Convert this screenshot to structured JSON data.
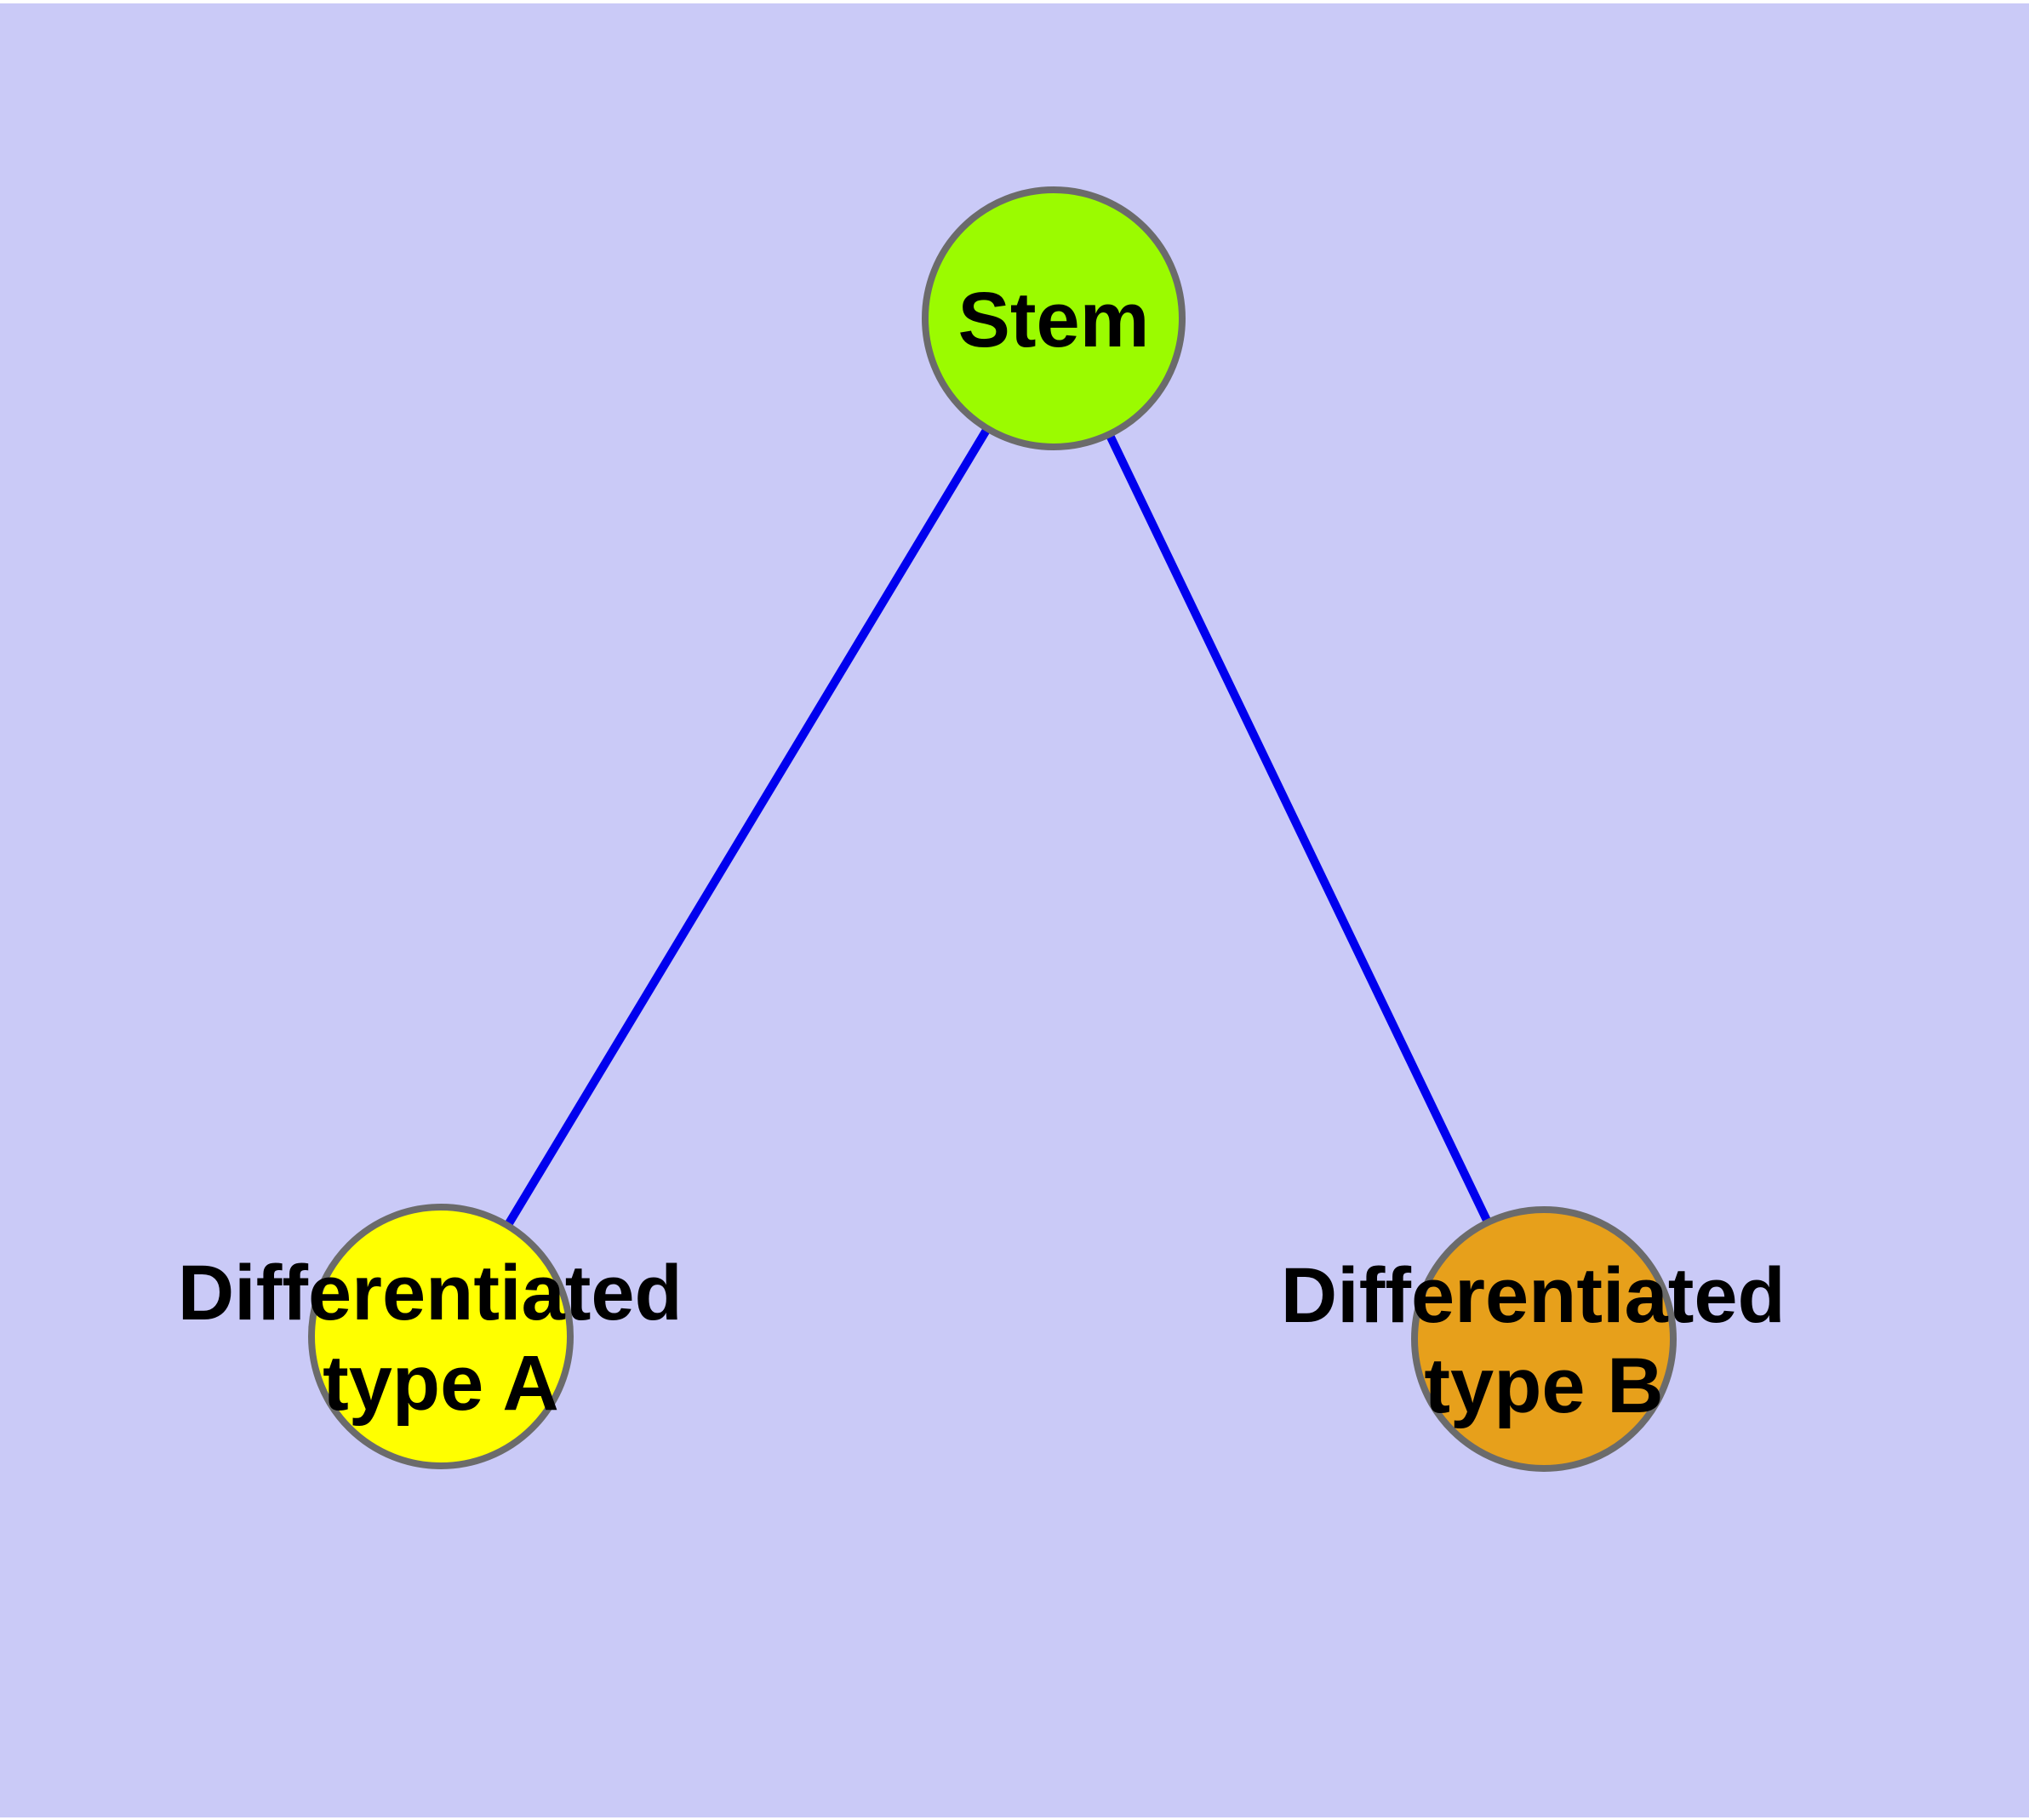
{
  "diagram": {
    "type": "graph",
    "background_color": "#cacaf7",
    "page_margin_color": "#ffffff",
    "edge_color": "#0000ee",
    "node_border_color": "#6b6b6b",
    "text_color": "#000000",
    "nodes": [
      {
        "id": "stem",
        "label": "Stem",
        "lines": [
          "Stem"
        ],
        "color": "#9bfb00"
      },
      {
        "id": "differentiated-type-a",
        "label": "Differentiated type A",
        "lines": [
          "Differentiated",
          "type A"
        ],
        "color": "#ffff00"
      },
      {
        "id": "differentiated-type-b",
        "label": "Differentiated type B",
        "lines": [
          "Differentiated",
          "type B"
        ],
        "color": "#e7a01b"
      }
    ],
    "edges": [
      {
        "from": "Stem",
        "to": "Differentiated type A"
      },
      {
        "from": "Stem",
        "to": "Differentiated type B"
      }
    ]
  }
}
